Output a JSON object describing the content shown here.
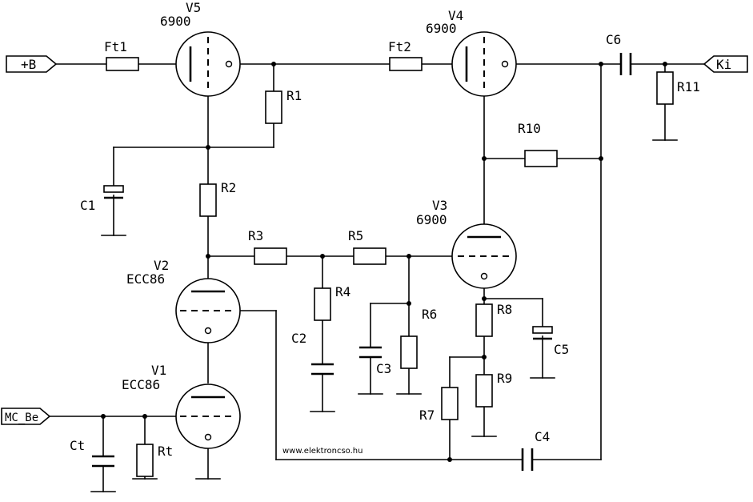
{
  "ports": {
    "b_plus": "+B",
    "mc_in": "MC_Be",
    "out": "Ki"
  },
  "tubes": {
    "v1": {
      "name": "V1",
      "type": "ECC86"
    },
    "v2": {
      "name": "V2",
      "type": "ECC86"
    },
    "v3": {
      "name": "V3",
      "type": "6900"
    },
    "v4": {
      "name": "V4",
      "type": "6900"
    },
    "v5": {
      "name": "V5",
      "type": "6900"
    }
  },
  "fuses": {
    "ft1": "Ft1",
    "ft2": "Ft2"
  },
  "resistors": {
    "r1": "R1",
    "r2": "R2",
    "r3": "R3",
    "r4": "R4",
    "r5": "R5",
    "r6": "R6",
    "r7": "R7",
    "r8": "R8",
    "r9": "R9",
    "r10": "R10",
    "r11": "R11",
    "rt": "Rt"
  },
  "capacitors": {
    "c1": "C1",
    "c2": "C2",
    "c3": "C3",
    "c4": "C4",
    "c5": "C5",
    "c6": "C6",
    "ct": "Ct"
  },
  "watermark": "www.elektroncso.hu"
}
